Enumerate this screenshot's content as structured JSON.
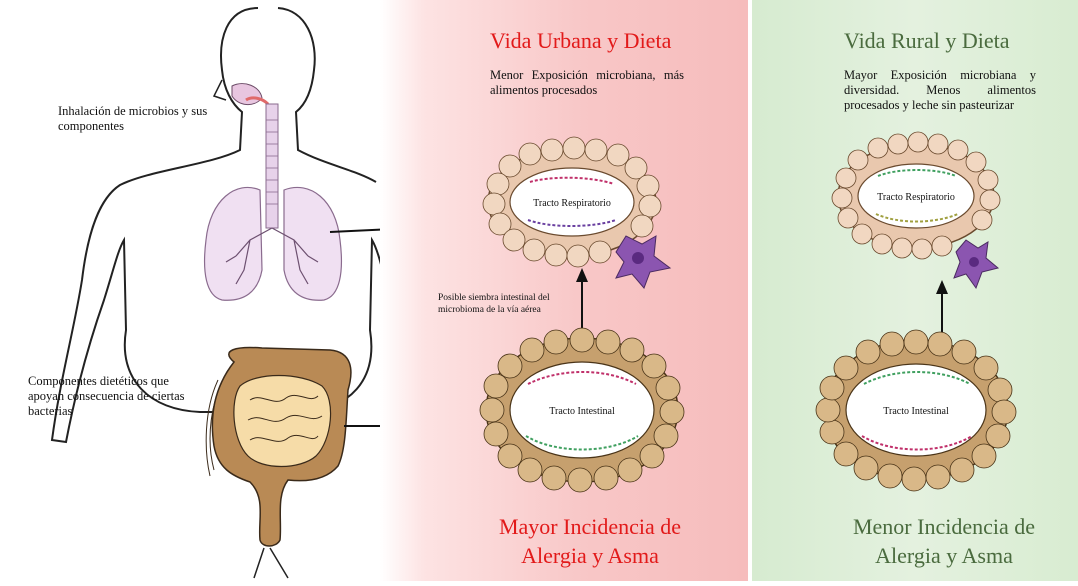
{
  "left": {
    "inhalation_label": "Inhalación de microbios y sus componentes",
    "diet_label": "Componentes dietéticos que apoyan consecuencia de ciertas bacterias",
    "seeding_label": "Posible siembra intestinal del microbioma de la vía aérea"
  },
  "urban": {
    "title": "Vida Urbana y Dieta",
    "description": "Menor Exposición microbiana, más alimentos procesados",
    "respiratory_label": "Tracto Respiratorio",
    "intestinal_label": "Tracto Intestinal",
    "outcome": "Mayor Incidencia de Alergia y Asma",
    "accent_color": "#e21a1a"
  },
  "rural": {
    "title": "Vida Rural y Dieta",
    "description": "Mayor Exposición microbiana y diversidad. Menos alimentos procesados y leche sin pasteurizar",
    "respiratory_label": "Tracto Respiratorio",
    "intestinal_label": "Tracto Intestinal",
    "outcome": "Menor Incidencia de Alergia y Asma",
    "accent_color": "#4a6b3e"
  }
}
